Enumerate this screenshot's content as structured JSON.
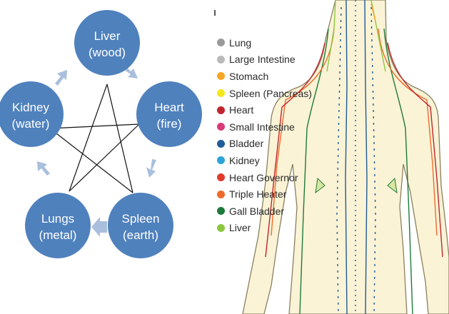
{
  "five_elements": [
    {
      "line1": "Liver",
      "line2": "(wood)"
    },
    {
      "line1": "Heart",
      "line2": "(fire)"
    },
    {
      "line1": "Spleen",
      "line2": "(earth)"
    },
    {
      "line1": "Lungs",
      "line2": "(metal)"
    },
    {
      "line1": "Kidney",
      "line2": "(water)"
    }
  ],
  "meridians": [
    {
      "label": "Lung",
      "color": "#9a9a9a"
    },
    {
      "label": "Large Intestine",
      "color": "#b9b9b9"
    },
    {
      "label": "Stomach",
      "color": "#f5a623"
    },
    {
      "label": "Spleen (Pancreas)",
      "color": "#f4e81c"
    },
    {
      "label": "Heart",
      "color": "#c0262e"
    },
    {
      "label": "Small Intestine",
      "color": "#d93a7a"
    },
    {
      "label": "Bladder",
      "color": "#1f5c99"
    },
    {
      "label": "Kidney",
      "color": "#2aa3d8"
    },
    {
      "label": "Heart Governor",
      "color": "#e23b2a"
    },
    {
      "label": "Triple Heater",
      "color": "#ee6a2a"
    },
    {
      "label": "Gall Bladder",
      "color": "#1e7a3a"
    },
    {
      "label": "Liver",
      "color": "#8cc63f"
    }
  ],
  "colors": {
    "node_fill": "#4f81bd",
    "arrow_fill": "#a9bfdd",
    "star_stroke": "#111111",
    "body_fill": "#faf3d6",
    "body_outline": "#8a8060"
  }
}
